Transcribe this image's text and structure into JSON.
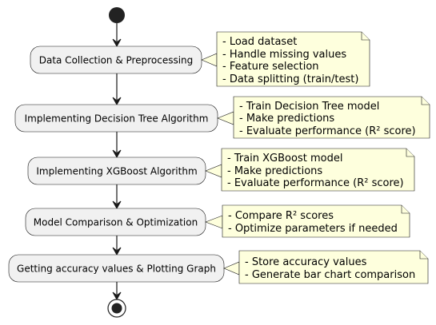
{
  "diagram": {
    "activities": [
      {
        "label": "Data Collection & Preprocessing",
        "notes": [
          "- Load dataset",
          "- Handle missing values",
          "- Feature selection",
          "- Data splitting (train/test)"
        ]
      },
      {
        "label": "Implementing Decision Tree Algorithm",
        "notes": [
          "- Train Decision Tree model",
          "- Make predictions",
          "- Evaluate performance (R² score)"
        ]
      },
      {
        "label": "Implementing XGBoost Algorithm",
        "notes": [
          "- Train XGBoost model",
          "- Make predictions",
          "- Evaluate performance (R² score)"
        ]
      },
      {
        "label": "Model Comparison & Optimization",
        "notes": [
          "- Compare R² scores",
          "- Optimize parameters if needed"
        ]
      },
      {
        "label": "Getting accuracy values & Plotting Graph",
        "notes": [
          "- Store accuracy values",
          "- Generate bar chart comparison"
        ]
      }
    ],
    "colors": {
      "activity_fill": "#f1f1f1",
      "note_fill": "#feffdd",
      "line": "#181818"
    }
  }
}
